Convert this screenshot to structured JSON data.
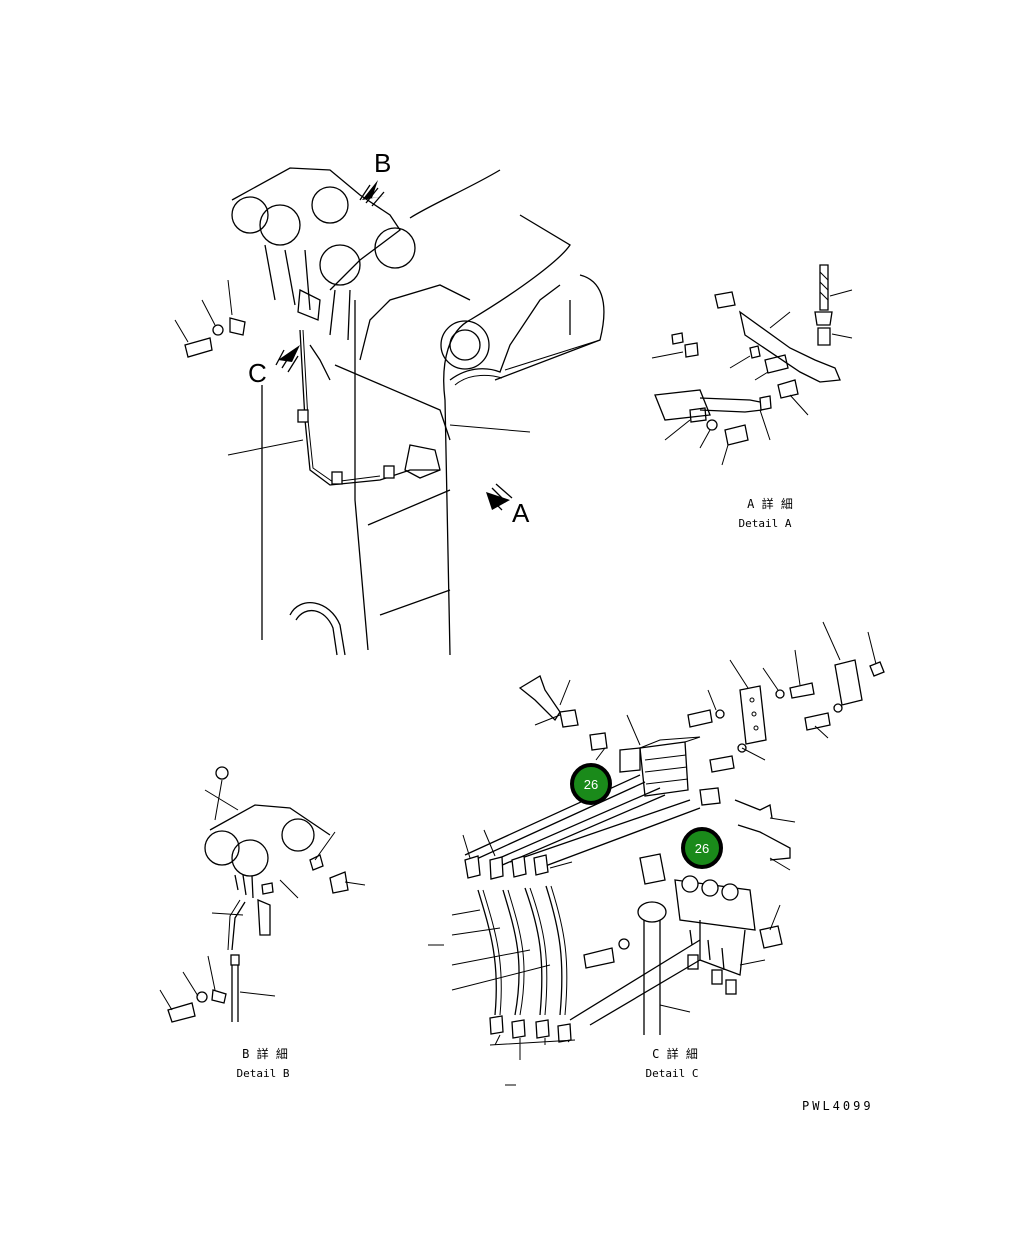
{
  "views": {
    "A": {
      "arrow_label": "A",
      "caption_jp": "A 詳 細",
      "caption_en": "Detail A"
    },
    "B": {
      "arrow_label": "B",
      "caption_jp": "B 詳 細",
      "caption_en": "Detail B"
    },
    "C": {
      "arrow_label": "C",
      "caption_jp": "C 詳 細",
      "caption_en": "Detail C"
    }
  },
  "callouts": [
    {
      "number": "26",
      "color": "#1a8a1a"
    },
    {
      "number": "26",
      "color": "#1a8a1a"
    }
  ],
  "drawing_number": "PWL4099"
}
